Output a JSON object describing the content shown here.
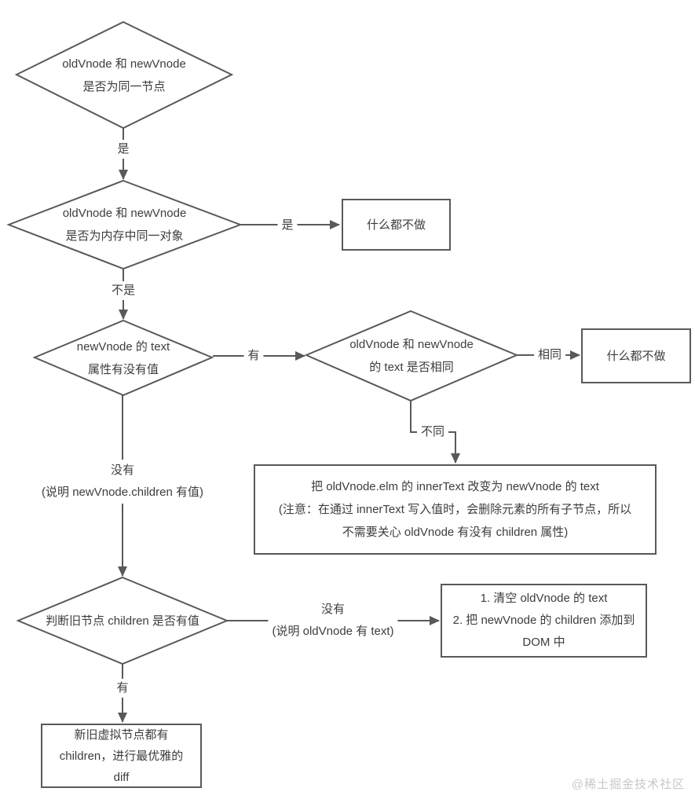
{
  "colors": {
    "stroke": "#595959",
    "text": "#3d3d3d",
    "watermark": "#c8c8c8",
    "background": "#ffffff"
  },
  "nodes": {
    "decision_same_node": {
      "shape": "diamond",
      "lines": [
        "oldVnode 和 newVnode",
        "是否为同一节点"
      ]
    },
    "decision_same_object": {
      "shape": "diamond",
      "lines": [
        "oldVnode 和 newVnode",
        "是否为内存中同一对象"
      ]
    },
    "process_do_nothing_1": {
      "shape": "rect",
      "lines": [
        "什么都不做"
      ]
    },
    "decision_newvnode_text": {
      "shape": "diamond",
      "lines": [
        "newVnode 的 text",
        "属性有没有值"
      ]
    },
    "decision_text_equal": {
      "shape": "diamond",
      "lines": [
        "oldVnode 和 newVnode",
        "的 text 是否相同"
      ]
    },
    "process_do_nothing_2": {
      "shape": "rect",
      "lines": [
        "什么都不做"
      ]
    },
    "process_set_innertext": {
      "shape": "rect",
      "lines": [
        "把 oldVnode.elm 的 innerText 改变为 newVnode 的 text",
        "(注意：在通过 innerText 写入值时，会删除元素的所有子节点，所以",
        "不需要关心 oldVnode 有没有 children 属性)"
      ]
    },
    "decision_old_children": {
      "shape": "diamond",
      "lines": [
        "判断旧节点 children 是否有值"
      ]
    },
    "process_replace_children": {
      "shape": "rect",
      "lines": [
        "1. 清空 oldVnode 的 text",
        "2. 把 newVnode 的 children 添加到",
        "DOM 中"
      ]
    },
    "process_elegant_diff": {
      "shape": "rect",
      "lines": [
        "新旧虚拟节点都有",
        "children，进行最优雅的",
        "diff"
      ]
    }
  },
  "edge_labels": {
    "same_node_yes": "是",
    "same_object_yes": "是",
    "same_object_no": "不是",
    "newvnode_has_text": "有",
    "text_same": "相同",
    "text_diff": "不同",
    "newvnode_no_text": [
      "没有",
      "(说明 newVnode.children 有值)"
    ],
    "old_children_no": [
      "没有",
      "(说明 oldVnode 有 text)"
    ],
    "old_children_yes": "有"
  },
  "watermark": "@稀土掘金技术社区"
}
